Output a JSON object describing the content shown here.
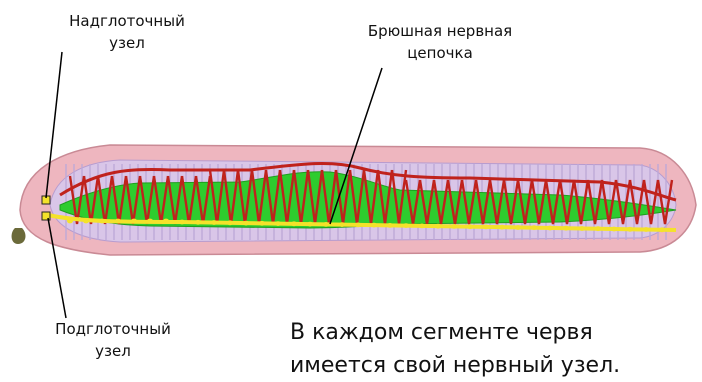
{
  "labels": {
    "supraesophageal": "Надглоточный\nузел",
    "ventral_cord": "Брюшная нервная\nцепочка",
    "subesophageal": "Подглоточный\nузел"
  },
  "caption": "В каждом сегменте червя\nимеется свой нервный узел.",
  "colors": {
    "body_outer": "#eeb6bf",
    "body_inner": "#d9c6e8",
    "segment_lines": "#bda9d8",
    "gut": "#2ecc2e",
    "vessels": "#c0221c",
    "nerve_cord": "#f4e22a",
    "ganglion": "#f4e22a",
    "pointer_lines": "#000000"
  }
}
